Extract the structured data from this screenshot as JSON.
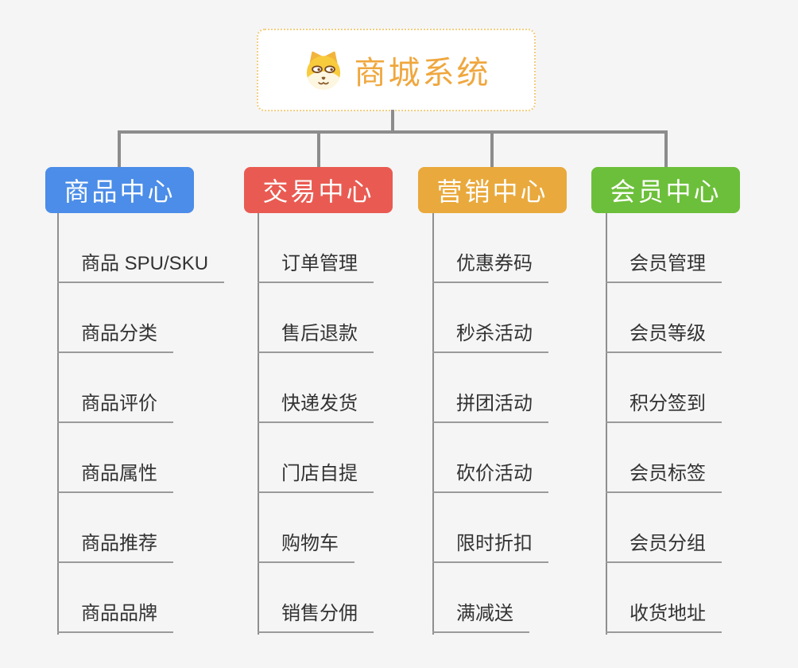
{
  "page": {
    "background_color": "#f5f5f5",
    "connector_color": "#8c8c8c"
  },
  "root": {
    "title": "商城系统",
    "icon": "dog-face-icon",
    "title_color": "#efa73e",
    "border_color": "#f3cd7f"
  },
  "branches": [
    {
      "label": "商品中心",
      "color": "#4b8de8",
      "items": [
        "商品 SPU/SKU",
        "商品分类",
        "商品评价",
        "商品属性",
        "商品推荐",
        "商品品牌"
      ]
    },
    {
      "label": "交易中心",
      "color": "#e95b52",
      "items": [
        "订单管理",
        "售后退款",
        "快递发货",
        "门店自提",
        "购物车",
        "销售分佣"
      ]
    },
    {
      "label": "营销中心",
      "color": "#e9a93c",
      "items": [
        "优惠券码",
        "秒杀活动",
        "拼团活动",
        "砍价活动",
        "限时折扣",
        "满减送"
      ]
    },
    {
      "label": "会员中心",
      "color": "#6cbf3a",
      "items": [
        "会员管理",
        "会员等级",
        "积分签到",
        "会员标签",
        "会员分组",
        "收货地址"
      ]
    }
  ]
}
